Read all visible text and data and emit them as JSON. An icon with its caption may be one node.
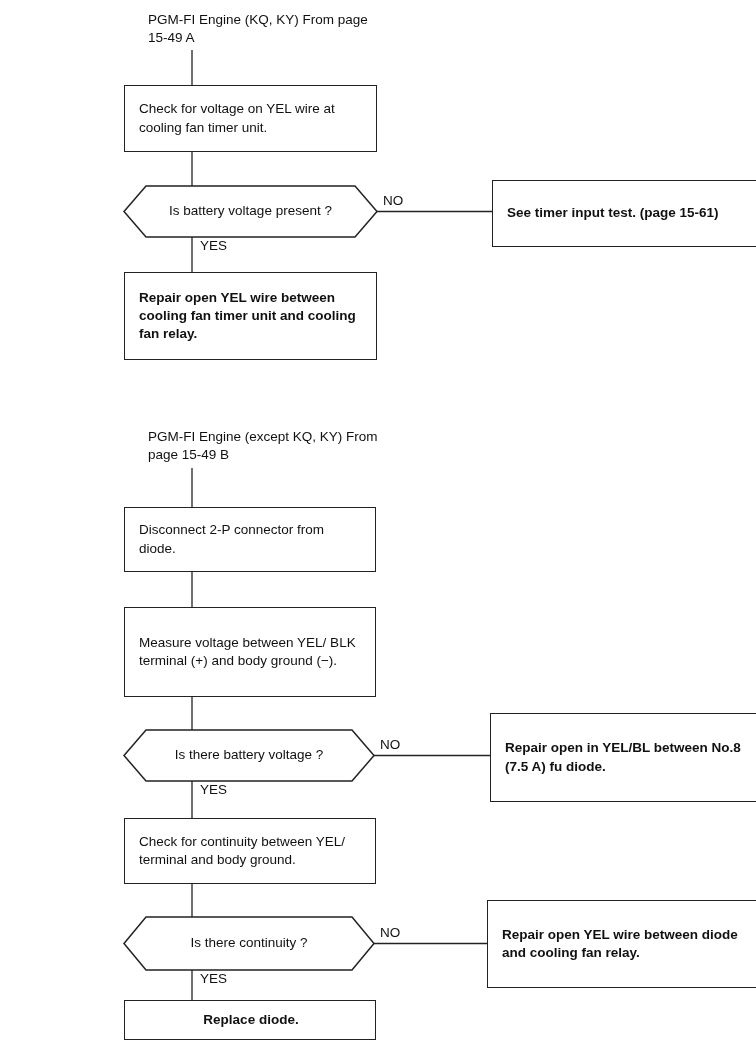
{
  "diagram": {
    "nodes": [
      {
        "text": [
          "PGM-FI Engine (KQ, KY) From page 15-49 A"
        ]
      },
      {
        "text": [
          "Check for voltage on YEL wire at cooling fan timer unit."
        ]
      },
      {
        "text": [
          "Is battery voltage present ?"
        ]
      },
      {
        "text": [
          "See timer input test. (page 15-61)"
        ]
      },
      {
        "text": [
          "Repair open YEL wire between cooling fan timer unit and cooling fan relay."
        ]
      },
      {
        "text": [
          "PGM-FI Engine (except KQ, KY) From page 15-49 B"
        ]
      },
      {
        "text": [
          "Disconnect 2-P connector from diode."
        ]
      },
      {
        "text": [
          "Measure voltage between YEL/ BLK terminal (+) and body ground (−)."
        ]
      },
      {
        "text": [
          "Is there battery voltage ?"
        ]
      },
      {
        "text": [
          "Repair open in YEL/BL between No.8 (7.5 A) fu diode."
        ]
      },
      {
        "text": [
          "Check for continuity between YEL/ terminal and body ground."
        ]
      },
      {
        "text": [
          "Is there continuity ?"
        ]
      },
      {
        "text": [
          "Repair open YEL wire between diode and cooling fan relay."
        ]
      },
      {
        "text": [
          "Replace diode."
        ]
      }
    ],
    "edges": [
      {
        "from": 0,
        "to": 1,
        "arrow": "none"
      },
      {
        "from": 1,
        "to": 2,
        "arrow": "none"
      },
      {
        "from": 2,
        "to": 3,
        "arrow": "none",
        "label": "NO"
      },
      {
        "from": 2,
        "to": 4,
        "arrow": "none",
        "label": "YES"
      },
      {
        "from": 5,
        "to": 6,
        "arrow": "none"
      },
      {
        "from": 6,
        "to": 7,
        "arrow": "none"
      },
      {
        "from": 7,
        "to": 8,
        "arrow": "none"
      },
      {
        "from": 8,
        "to": 9,
        "arrow": "none",
        "label": "NO"
      },
      {
        "from": 8,
        "to": 10,
        "arrow": "none",
        "label": "YES"
      },
      {
        "from": 10,
        "to": 11,
        "arrow": "none"
      },
      {
        "from": 11,
        "to": 12,
        "arrow": "none",
        "label": "NO"
      },
      {
        "from": 11,
        "to": 13,
        "arrow": "none",
        "label": "YES"
      }
    ]
  }
}
